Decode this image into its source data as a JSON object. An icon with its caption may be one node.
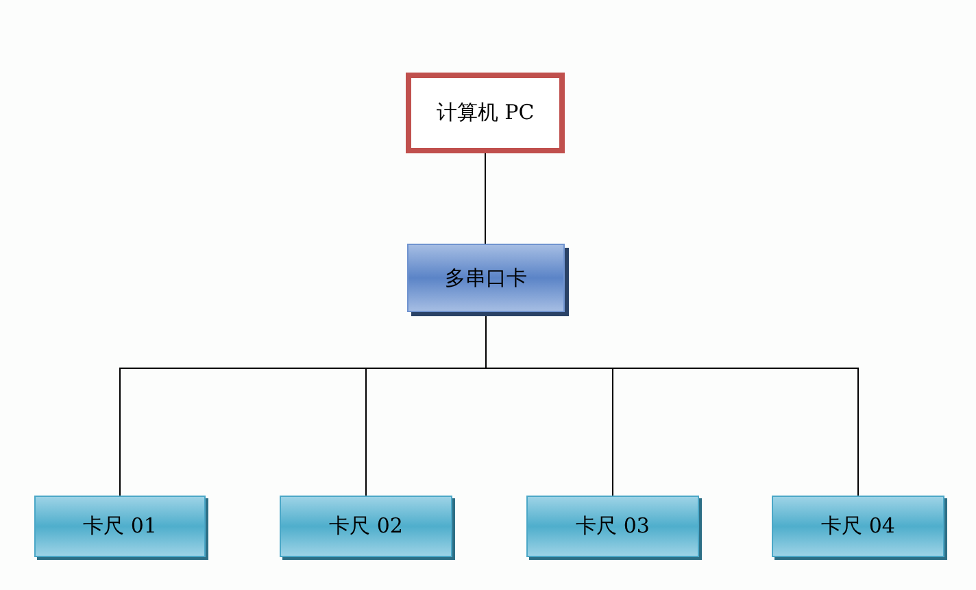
{
  "diagram": {
    "nodes": [
      {
        "text": [
          "计算机 PC"
        ]
      },
      {
        "text": [
          "多串口卡"
        ]
      },
      {
        "text": [
          "卡尺 01"
        ]
      },
      {
        "text": [
          "卡尺 02"
        ]
      },
      {
        "text": [
          "卡尺 03"
        ]
      },
      {
        "text": [
          "卡尺 04"
        ]
      }
    ],
    "edges": [
      {
        "from": 0,
        "to": 1,
        "arrow": "none"
      },
      {
        "from": 1,
        "to": 2,
        "arrow": "none"
      },
      {
        "from": 1,
        "to": 3,
        "arrow": "none"
      },
      {
        "from": 1,
        "to": 4,
        "arrow": "none"
      },
      {
        "from": 1,
        "to": 5,
        "arrow": "none"
      }
    ]
  }
}
